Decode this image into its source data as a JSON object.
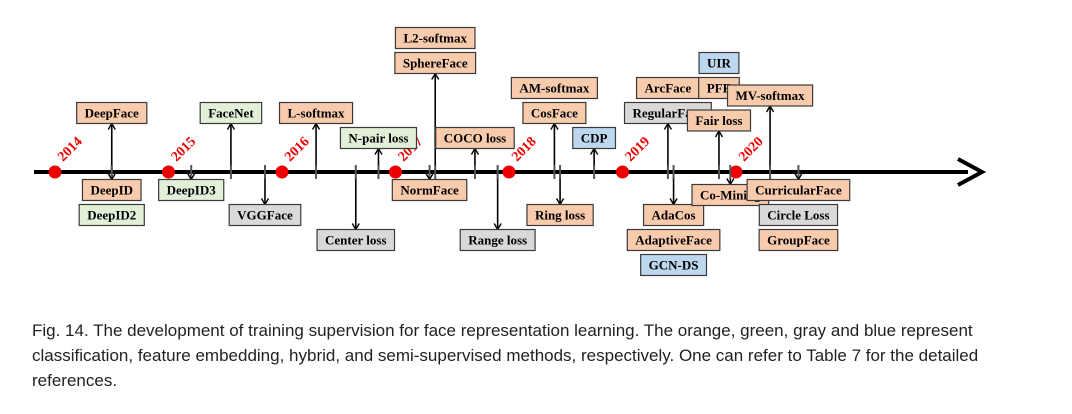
{
  "colors": {
    "classification": "#f8cbad",
    "feature_embedding": "#e2f0d9",
    "hybrid": "#d9d9d9",
    "semi_supervised": "#bdd7ee",
    "year_dot": "#ee0000",
    "year_text": "#ee0000",
    "axis": "#000000"
  },
  "years": [
    {
      "label": "2014",
      "pos": 2014
    },
    {
      "label": "2015",
      "pos": 2015
    },
    {
      "label": "2016",
      "pos": 2016
    },
    {
      "label": "2017",
      "pos": 2017
    },
    {
      "label": "2018",
      "pos": 2018
    },
    {
      "label": "2019",
      "pos": 2019
    },
    {
      "label": "2020",
      "pos": 2020
    }
  ],
  "methods": [
    {
      "id": "deepface",
      "label": "DeepFace",
      "category": "classification",
      "pos": 2014.5,
      "side": "above",
      "stack": [
        0
      ]
    },
    {
      "id": "deepid",
      "label": "DeepID",
      "category": "classification",
      "pos": 2014.5,
      "side": "below",
      "stack": [
        0
      ]
    },
    {
      "id": "deepid2",
      "label": "DeepID2",
      "category": "feature_embedding",
      "pos": 2014.5,
      "side": "below",
      "stack": [
        1
      ]
    },
    {
      "id": "deepid3",
      "label": "DeepID3",
      "category": "feature_embedding",
      "pos": 2015.2,
      "side": "below",
      "stack": [
        0
      ]
    },
    {
      "id": "facenet",
      "label": "FaceNet",
      "category": "feature_embedding",
      "pos": 2015.55,
      "side": "above",
      "stack": [
        0
      ]
    },
    {
      "id": "vggface",
      "label": "VGGFace",
      "category": "hybrid",
      "pos": 2015.85,
      "side": "below",
      "stack": [
        1
      ]
    },
    {
      "id": "lsoftmax",
      "label": "L-softmax",
      "category": "classification",
      "pos": 2016.3,
      "side": "above",
      "stack": [
        0
      ]
    },
    {
      "id": "centerloss",
      "label": "Center loss",
      "category": "hybrid",
      "pos": 2016.65,
      "side": "below",
      "stack": [
        2
      ]
    },
    {
      "id": "npairloss",
      "label": "N-pair loss",
      "category": "feature_embedding",
      "pos": 2016.85,
      "side": "above",
      "stack": [
        -1
      ]
    },
    {
      "id": "l2softmax",
      "label": "L2-softmax",
      "category": "classification",
      "pos": 2017.35,
      "side": "above",
      "stack": [
        3
      ]
    },
    {
      "id": "sphereface",
      "label": "SphereFace",
      "category": "classification",
      "pos": 2017.35,
      "side": "above",
      "stack": [
        2
      ]
    },
    {
      "id": "normface",
      "label": "NormFace",
      "category": "classification",
      "pos": 2017.3,
      "side": "below",
      "stack": [
        0
      ]
    },
    {
      "id": "cocoloss",
      "label": "COCO loss",
      "category": "classification",
      "pos": 2017.7,
      "side": "above",
      "stack": [
        -1
      ]
    },
    {
      "id": "rangeloss",
      "label": "Range loss",
      "category": "hybrid",
      "pos": 2017.9,
      "side": "below",
      "stack": [
        2
      ]
    },
    {
      "id": "amsoftmax",
      "label": "AM-softmax",
      "category": "classification",
      "pos": 2018.4,
      "side": "above",
      "stack": [
        1
      ]
    },
    {
      "id": "cosface",
      "label": "CosFace",
      "category": "classification",
      "pos": 2018.4,
      "side": "above",
      "stack": [
        0
      ]
    },
    {
      "id": "ringloss",
      "label": "Ring loss",
      "category": "classification",
      "pos": 2018.45,
      "side": "below",
      "stack": [
        1
      ]
    },
    {
      "id": "cdp",
      "label": "CDP",
      "category": "semi_supervised",
      "pos": 2018.75,
      "side": "above",
      "stack": [
        -1
      ]
    },
    {
      "id": "arcface",
      "label": "ArcFace",
      "category": "classification",
      "pos": 2019.4,
      "side": "above",
      "stack": [
        1
      ]
    },
    {
      "id": "regularface",
      "label": "RegularFace",
      "category": "hybrid",
      "pos": 2019.4,
      "side": "above",
      "stack": [
        0
      ]
    },
    {
      "id": "adacos",
      "label": "AdaCos",
      "category": "classification",
      "pos": 2019.45,
      "side": "below",
      "stack": [
        1
      ]
    },
    {
      "id": "adaptiveface",
      "label": "AdaptiveFace",
      "category": "classification",
      "pos": 2019.45,
      "side": "below",
      "stack": [
        2
      ]
    },
    {
      "id": "gcnds",
      "label": "GCN-DS",
      "category": "semi_supervised",
      "pos": 2019.45,
      "side": "below",
      "stack": [
        3
      ]
    },
    {
      "id": "uir",
      "label": "UIR",
      "category": "semi_supervised",
      "pos": 2019.85,
      "side": "above",
      "stack": [
        2
      ]
    },
    {
      "id": "pfe",
      "label": "PFE",
      "category": "classification",
      "pos": 2019.85,
      "side": "above",
      "stack": [
        1
      ]
    },
    {
      "id": "fairloss",
      "label": "Fair loss",
      "category": "classification",
      "pos": 2019.85,
      "side": "above",
      "stack": [
        -0.3
      ]
    },
    {
      "id": "comining",
      "label": "Co-Mining",
      "category": "classification",
      "pos": 2019.95,
      "side": "below",
      "stack": [
        0.2
      ]
    },
    {
      "id": "mvsoftmax",
      "label": "MV-softmax",
      "category": "classification",
      "pos": 2020.3,
      "side": "above",
      "stack": [
        0.7
      ]
    },
    {
      "id": "curricularface",
      "label": "CurricularFace",
      "category": "classification",
      "pos": 2020.55,
      "side": "below",
      "stack": [
        0
      ]
    },
    {
      "id": "circleloss",
      "label": "Circle Loss",
      "category": "hybrid",
      "pos": 2020.55,
      "side": "below",
      "stack": [
        1
      ]
    },
    {
      "id": "groupface",
      "label": "GroupFace",
      "category": "classification",
      "pos": 2020.55,
      "side": "below",
      "stack": [
        2
      ]
    }
  ],
  "caption": {
    "label": "Fig. 14.",
    "text": "The development of training supervision for face representation learning. The orange, green, gray and blue represent classification, feature embedding, hybrid, and semi-supervised methods, respectively. One can refer to Table 7 for the detailed references."
  }
}
